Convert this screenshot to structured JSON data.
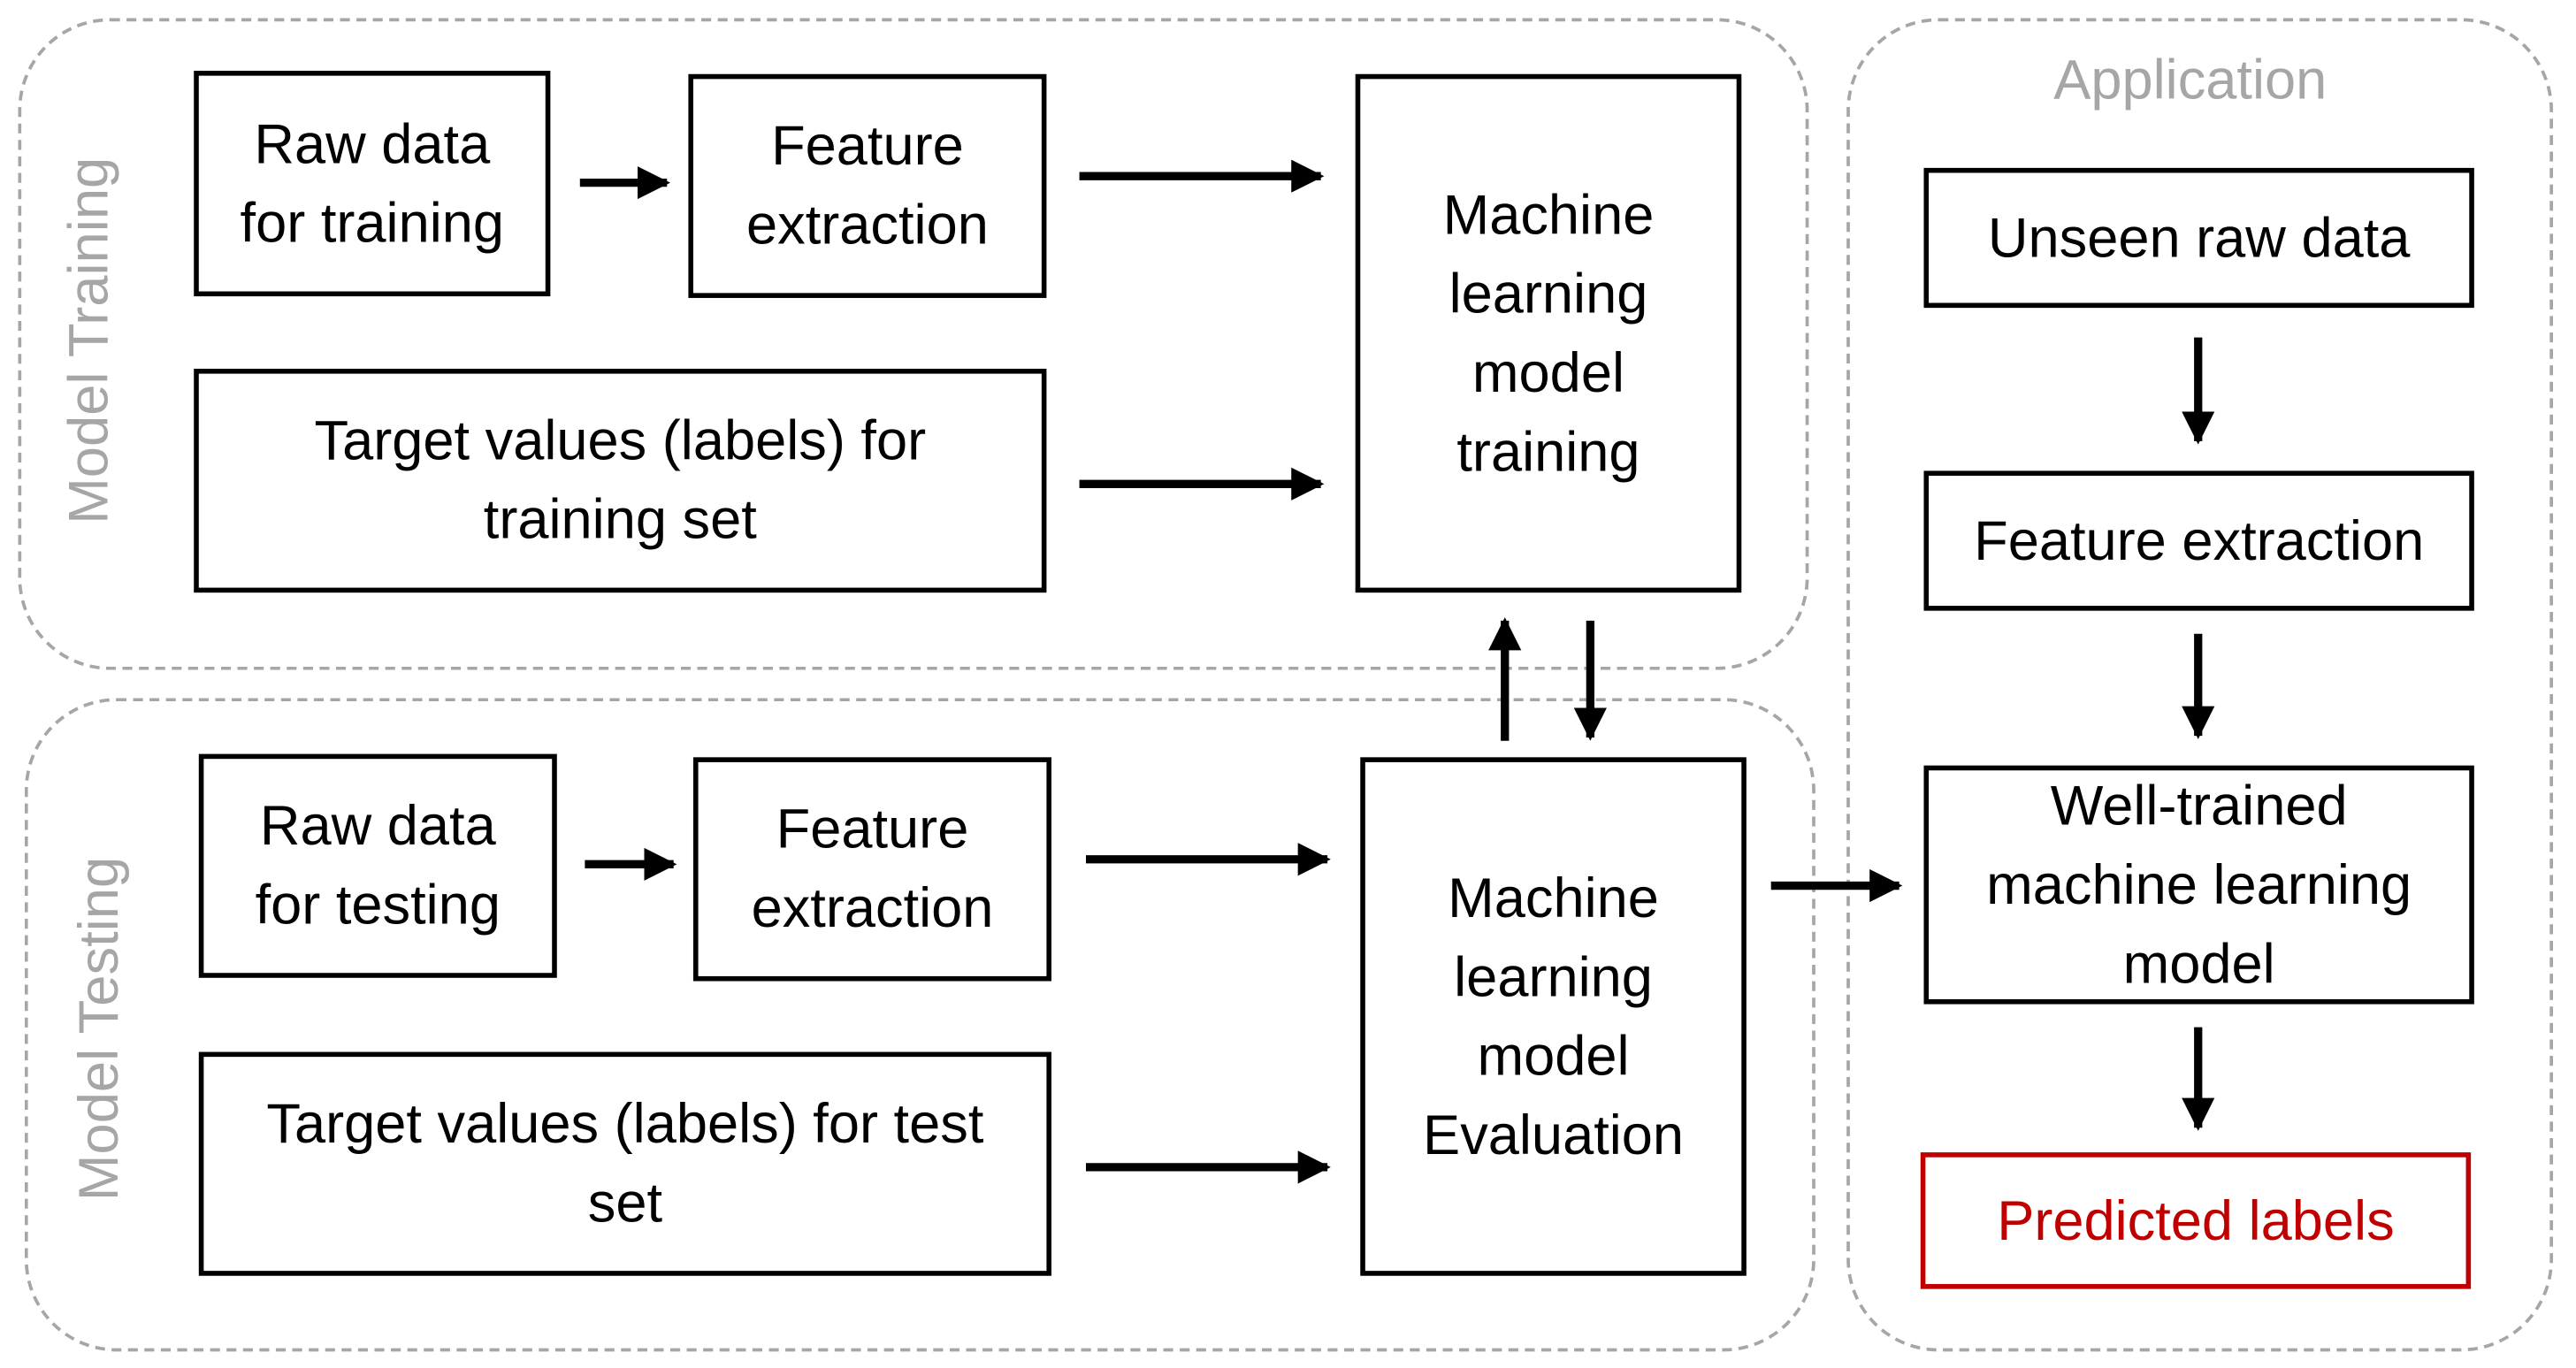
{
  "regions": {
    "training": "Model Training",
    "testing": "Model Testing",
    "application": "Application"
  },
  "training": {
    "raw_data": "Raw data\nfor training",
    "feature_extraction": "Feature\nextraction",
    "target_values": "Target values (labels) for\ntraining set",
    "model": "Machine\nlearning\nmodel\ntraining"
  },
  "testing": {
    "raw_data": "Raw data\nfor testing",
    "feature_extraction": "Feature\nextraction",
    "target_values": "Target values (labels) for test\nset",
    "model": "Machine\nlearning\nmodel\nEvaluation"
  },
  "application": {
    "unseen": "Unseen raw data",
    "feature_extraction": "Feature extraction",
    "trained_model": "Well-trained\nmachine learning\nmodel",
    "predicted": "Predicted labels"
  },
  "colors": {
    "predicted_accent": "#c00000",
    "region_outline": "#a6a6a6"
  }
}
